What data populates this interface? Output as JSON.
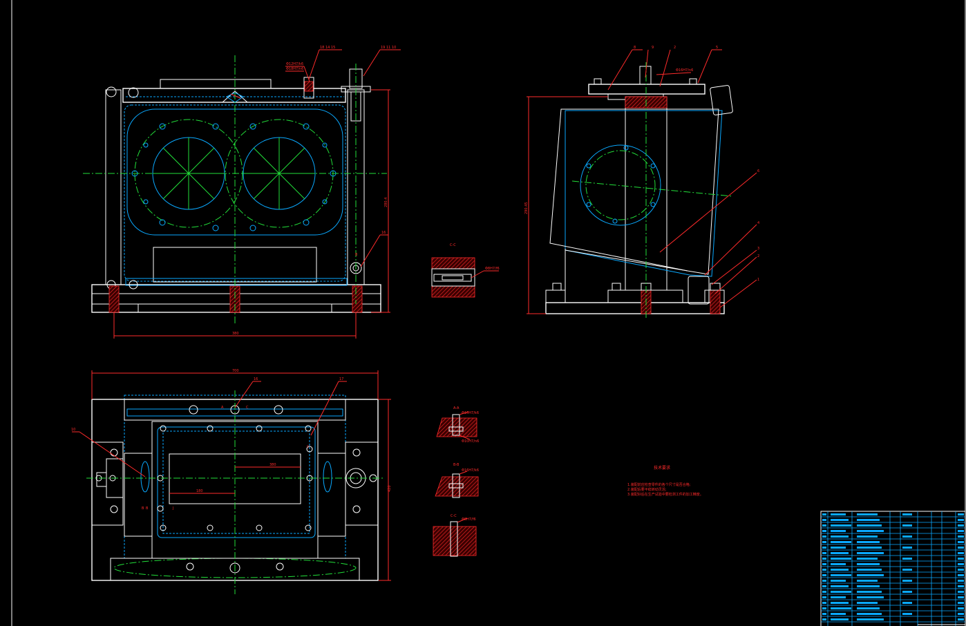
{
  "drawing": {
    "background": "#000000",
    "line_colors": {
      "outline": "#ffffff",
      "hidden": "#0aa9ff",
      "center": "#22e03a",
      "dimension": "#ff2b2b"
    }
  },
  "front_view": {
    "labels": {
      "callout_a": "18 14 15",
      "callout_b": "19 11 10",
      "fit_a": "Φ12H7/k6",
      "fit_b": "Φ18H7/n6",
      "height_dim": "280.4",
      "width_dim": "380",
      "callout_right": "16",
      "mark_b": "B"
    }
  },
  "side_view": {
    "labels": {
      "c1": "8",
      "c2": "9",
      "c3": "2",
      "c4": "5",
      "fit": "Φ16H7/n6",
      "height_dim": "290.45",
      "r1": "6",
      "r2": "4",
      "r3": "3",
      "r4": "2",
      "r5": "1"
    }
  },
  "section_cc": {
    "title": "C-C",
    "fit": "Φ8H7/f6"
  },
  "top_view": {
    "labels": {
      "width_dim": "700",
      "callout_top": "16",
      "callout_right": "17",
      "callout_left": "10",
      "height_dim": "420",
      "dim_inner": "380",
      "dim_inner2": "180",
      "mark_a": "A",
      "mark_b": "B",
      "mark_c": "C",
      "mark_bl": "B",
      "mark_jl": "J",
      "mark_cr": "C"
    }
  },
  "section_details": [
    {
      "title": "A-A",
      "fit_top": "Φ10H7/k6",
      "fit_bottom": "Φ10H7/n6"
    },
    {
      "title": "B-B",
      "fit_top": "Φ16H7/k6",
      "fit_bottom": ""
    },
    {
      "title": "C-C",
      "fit_top": "Φ8H7/f6",
      "fit_bottom": ""
    }
  ],
  "notes": {
    "title": "技术要求",
    "lines": [
      "1.装配前应检查零件的各个尺寸是否合格;",
      "2.装配后要平稳转动灵活;",
      "3.装配好后在生产试验中要检测工件的加工精度。"
    ]
  }
}
